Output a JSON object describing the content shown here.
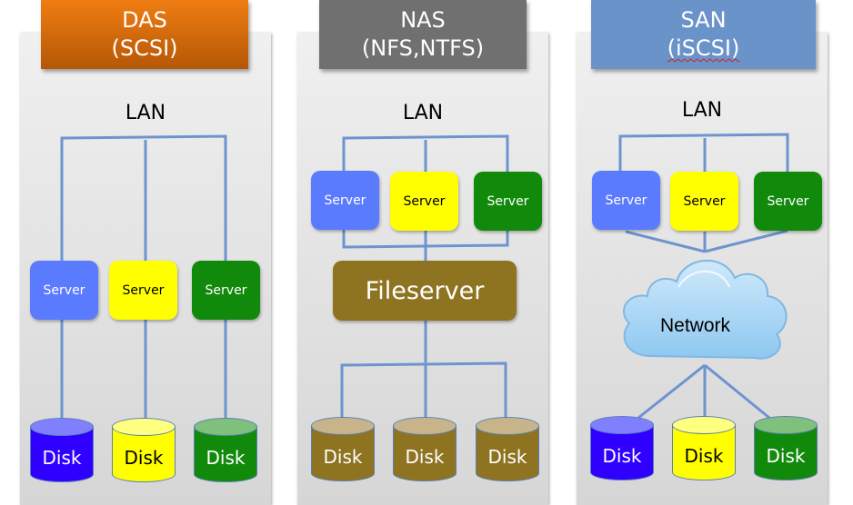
{
  "das": {
    "title_line1": "DAS",
    "title_line2": "(SCSI)",
    "header_color": "#d86a0a",
    "lan_label": "LAN",
    "servers": [
      {
        "label": "Server",
        "color": "#5b7bff",
        "text_color": "#ffffff"
      },
      {
        "label": "Server",
        "color": "#ffff00",
        "text_color": "#000000"
      },
      {
        "label": "Server",
        "color": "#118a0b",
        "text_color": "#ffffff"
      }
    ],
    "disks": [
      {
        "label": "Disk",
        "color": "#2f00ff",
        "top_color": "#8080ff",
        "text_color": "#ffffff"
      },
      {
        "label": "Disk",
        "color": "#ffff00",
        "top_color": "#ffff80",
        "text_color": "#000000"
      },
      {
        "label": "Disk",
        "color": "#118a0b",
        "top_color": "#7fc07c",
        "text_color": "#ffffff"
      }
    ]
  },
  "nas": {
    "title_line1": "NAS",
    "title_line2": "(NFS,NTFS)",
    "header_color": "#707070",
    "lan_label": "LAN",
    "servers": [
      {
        "label": "Server",
        "color": "#5b7bff",
        "text_color": "#ffffff"
      },
      {
        "label": "Server",
        "color": "#ffff00",
        "text_color": "#000000"
      },
      {
        "label": "Server",
        "color": "#118a0b",
        "text_color": "#ffffff"
      }
    ],
    "fileserver_label": "Fileserver",
    "disks": [
      {
        "label": "Disk",
        "color": "#8e7321",
        "top_color": "#c8b48a",
        "text_color": "#ffffff"
      },
      {
        "label": "Disk",
        "color": "#8e7321",
        "top_color": "#c8b48a",
        "text_color": "#ffffff"
      },
      {
        "label": "Disk",
        "color": "#8e7321",
        "top_color": "#c8b48a",
        "text_color": "#ffffff"
      }
    ]
  },
  "san": {
    "title_line1": "SAN",
    "title_line2": "(iSCSI)",
    "header_color": "#6a93c9",
    "lan_label": "LAN",
    "servers": [
      {
        "label": "Server",
        "color": "#5b7bff",
        "text_color": "#ffffff"
      },
      {
        "label": "Server",
        "color": "#ffff00",
        "text_color": "#000000"
      },
      {
        "label": "Server",
        "color": "#118a0b",
        "text_color": "#ffffff"
      }
    ],
    "network_label": "Network",
    "disks": [
      {
        "label": "Disk",
        "color": "#2f00ff",
        "top_color": "#8080ff",
        "text_color": "#ffffff"
      },
      {
        "label": "Disk",
        "color": "#ffff00",
        "top_color": "#ffff80",
        "text_color": "#000000"
      },
      {
        "label": "Disk",
        "color": "#118a0b",
        "top_color": "#7fc07c",
        "text_color": "#ffffff"
      }
    ]
  },
  "wire_color": "#6d94cf"
}
